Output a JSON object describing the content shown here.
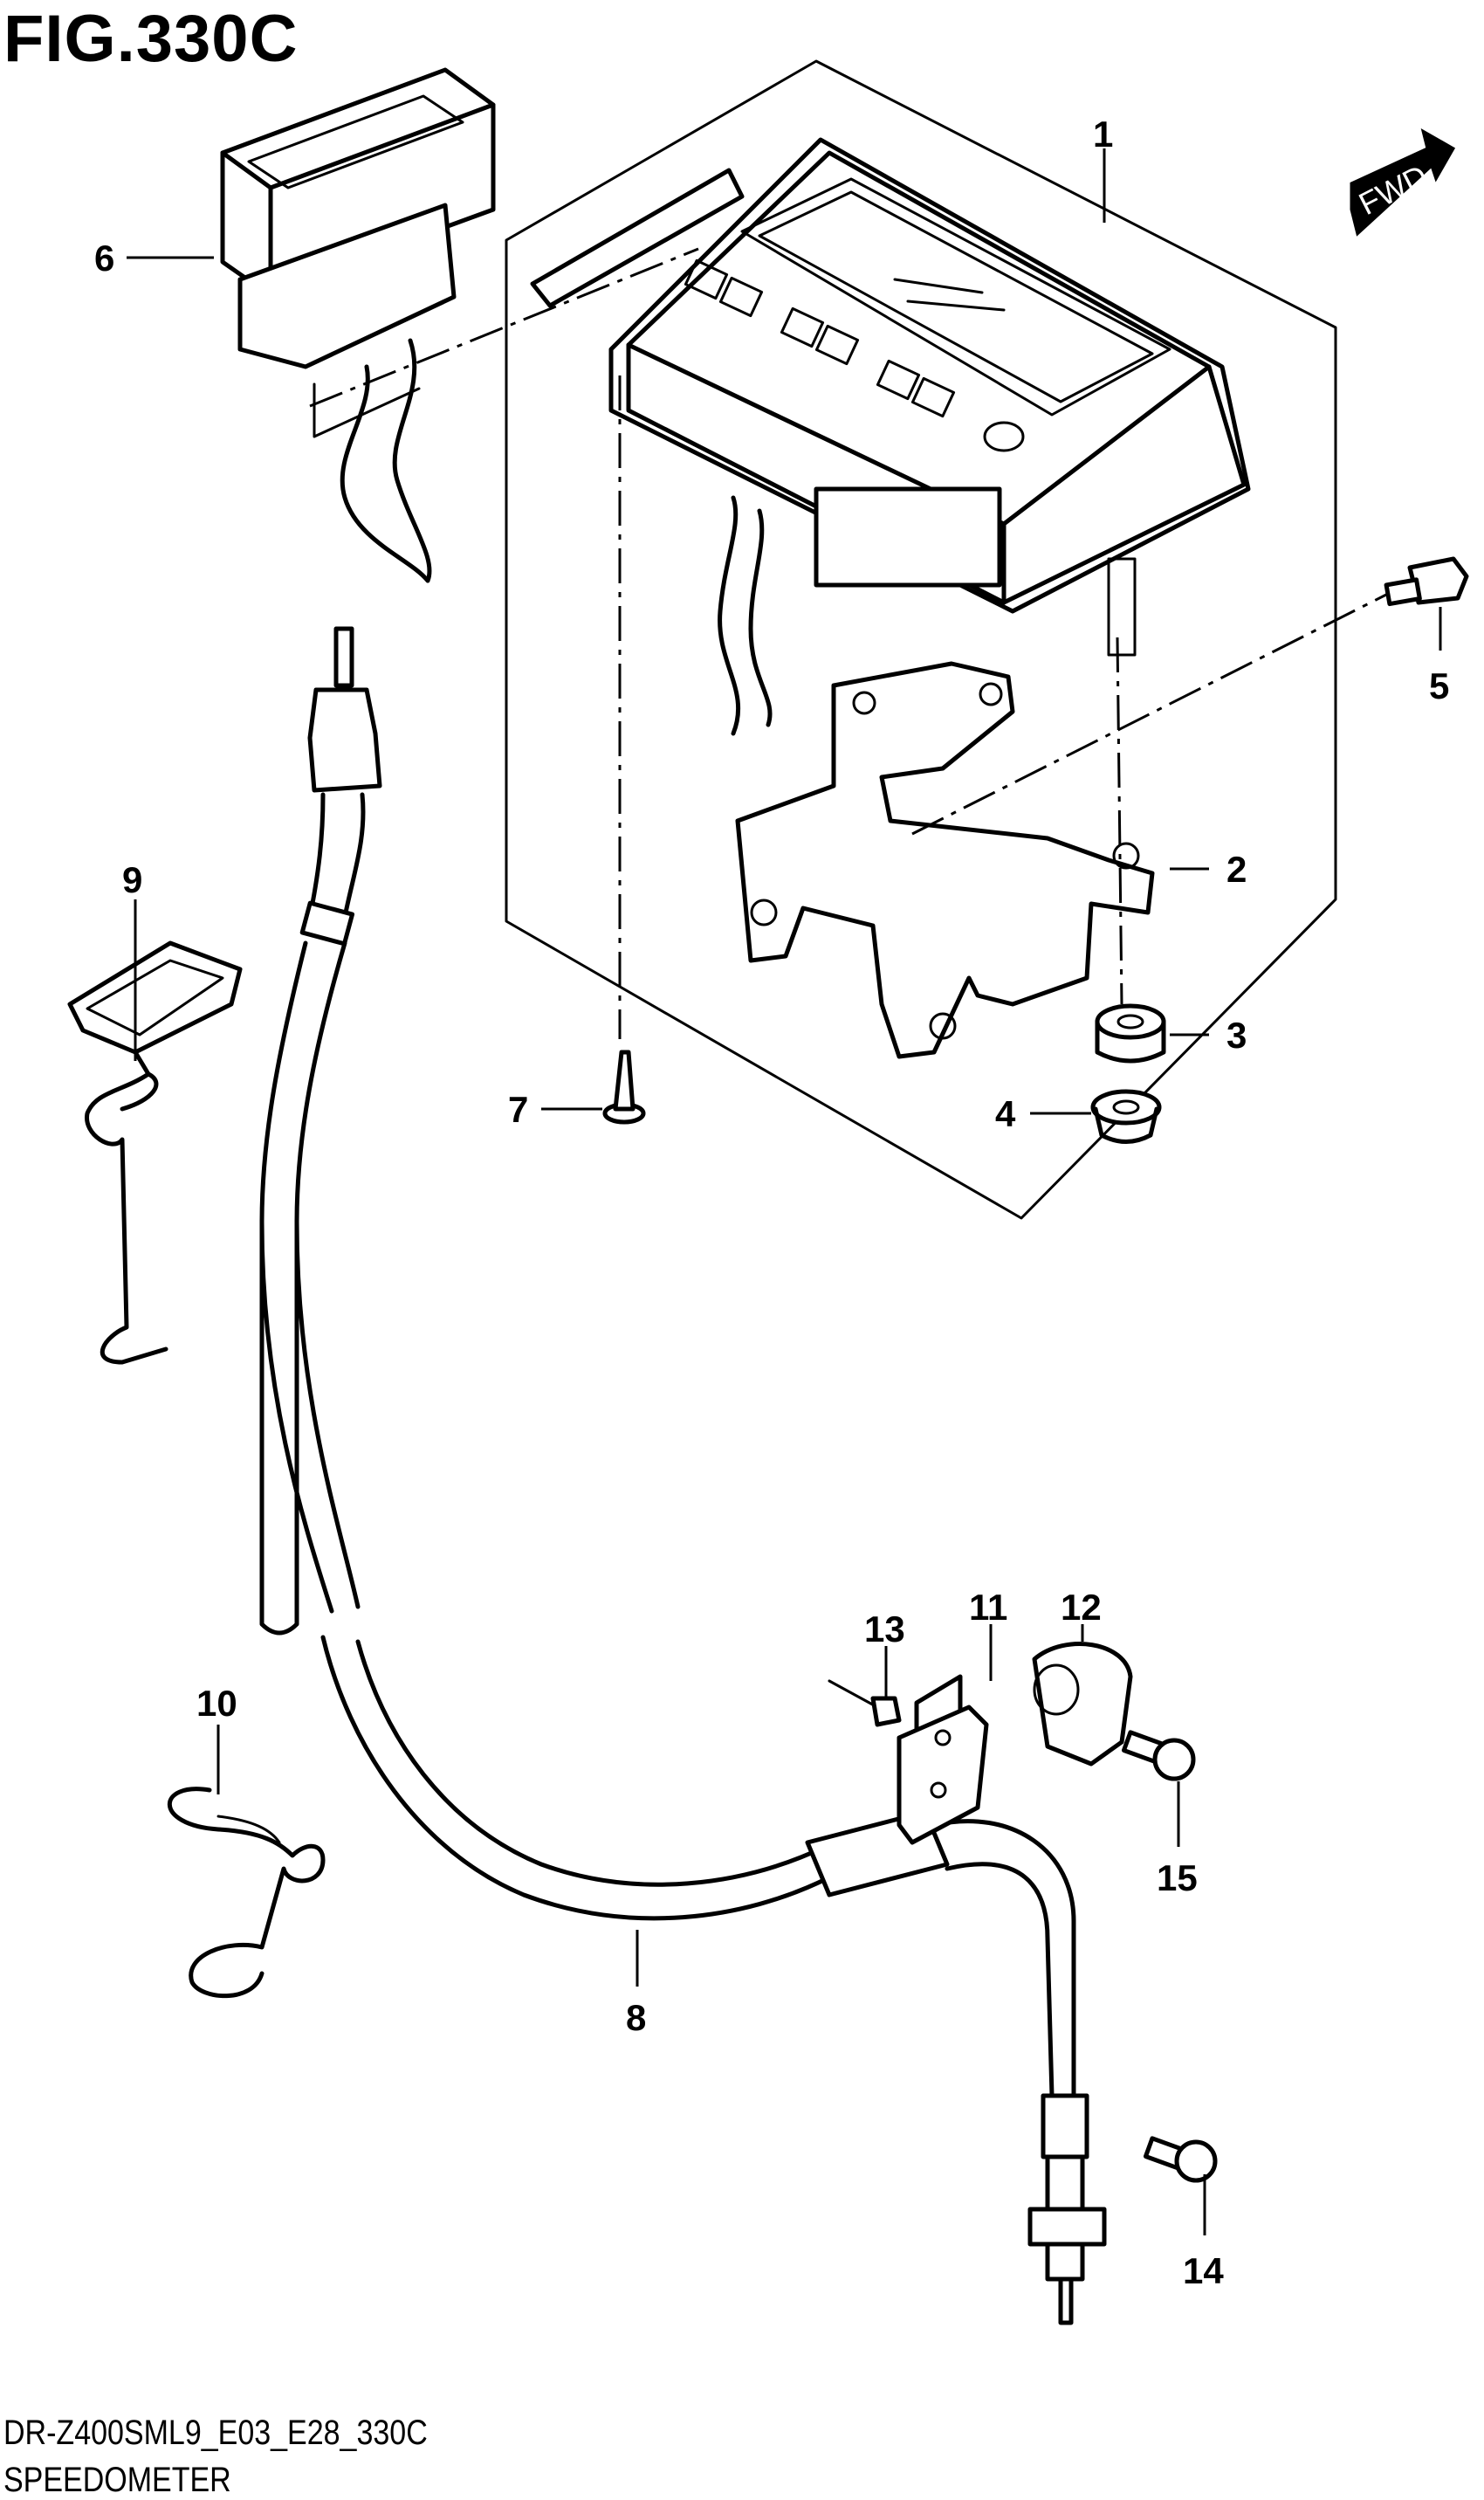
{
  "figure": {
    "title": "FIG.330C",
    "model_code": "DR-Z400SML9_E03_E28_330C",
    "name": "SPEEDOMETER",
    "direction_label": "FWD"
  },
  "callouts": [
    "1",
    "2",
    "3",
    "4",
    "5",
    "6",
    "7",
    "8",
    "9",
    "10",
    "11",
    "12",
    "13",
    "14",
    "15"
  ],
  "icons": {
    "direction_arrow": "fwd-arrow-icon"
  }
}
